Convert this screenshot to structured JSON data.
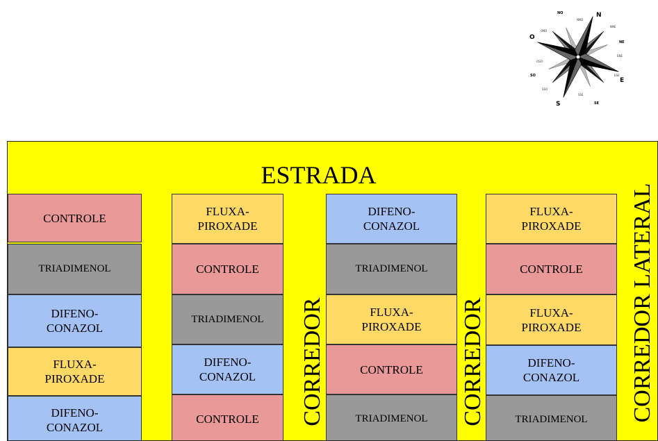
{
  "compass": {
    "north": "N",
    "south": "S",
    "east": "E",
    "west": "O",
    "ne": "NE",
    "se": "SE",
    "so": "SO",
    "no": "NO",
    "minor": [
      "NNO",
      "NNE",
      "ENE",
      "ESE",
      "SSE",
      "SSO",
      "OSO",
      "ONO"
    ]
  },
  "labels": {
    "road": "ESTRADA",
    "corridor": "CORREDOR",
    "side_corridor": "CORREDOR LATERAL"
  },
  "columns": [
    {
      "plots": [
        {
          "lines": [
            "CONTROLE"
          ],
          "type": "ctl"
        },
        {
          "lines": [
            "TRIADIMENOL"
          ],
          "type": "tri"
        },
        {
          "lines": [
            "DIFENO-",
            "CONAZOL"
          ],
          "type": "dif"
        },
        {
          "lines": [
            "FLUXA-",
            "PIROXADE"
          ],
          "type": "flu"
        },
        {
          "lines": [
            "DIFENO-",
            "CONAZOL"
          ],
          "type": "dif"
        }
      ]
    },
    {
      "plots": [
        {
          "lines": [
            "FLUXA-",
            "PIROXADE"
          ],
          "type": "flu"
        },
        {
          "lines": [
            "CONTROLE"
          ],
          "type": "ctl"
        },
        {
          "lines": [
            "TRIADIMENOL"
          ],
          "type": "tri"
        },
        {
          "lines": [
            "DIFENO-",
            "CONAZOL"
          ],
          "type": "dif"
        },
        {
          "lines": [
            "CONTROLE"
          ],
          "type": "ctl"
        }
      ]
    },
    {
      "plots": [
        {
          "lines": [
            "DIFENO-",
            "CONAZOL"
          ],
          "type": "dif"
        },
        {
          "lines": [
            "TRIADIMENOL"
          ],
          "type": "tri"
        },
        {
          "lines": [
            "FLUXA-",
            "PIROXADE"
          ],
          "type": "flu"
        },
        {
          "lines": [
            "CONTROLE"
          ],
          "type": "ctl"
        },
        {
          "lines": [
            "TRIADIMENOL"
          ],
          "type": "tri"
        }
      ]
    },
    {
      "plots": [
        {
          "lines": [
            "FLUXA-",
            "PIROXADE"
          ],
          "type": "flu"
        },
        {
          "lines": [
            "CONTROLE"
          ],
          "type": "ctl"
        },
        {
          "lines": [
            "FLUXA-",
            "PIROXADE"
          ],
          "type": "flu"
        },
        {
          "lines": [
            "DIFENO-",
            "CONAZOL"
          ],
          "type": "dif"
        },
        {
          "lines": [
            "TRIADIMENOL"
          ],
          "type": "tri"
        }
      ]
    }
  ],
  "colors": {
    "field": "#ffff00",
    "controle": "#ea9999",
    "triadimenol": "#999999",
    "difenoconazol": "#a4c2f4",
    "fluxapiroxade": "#ffd966"
  }
}
